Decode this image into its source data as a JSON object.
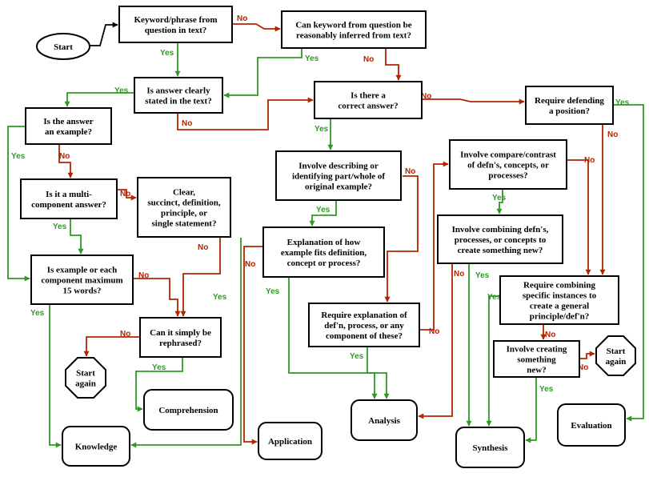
{
  "colors": {
    "yes": "#2e9a22",
    "no": "#b42300",
    "connector": "#000000",
    "node_border": "#000000",
    "background": "#ffffff"
  },
  "nodes": [
    {
      "id": "start",
      "shape": "ellipse",
      "lines": [
        "Start"
      ]
    },
    {
      "id": "keyword",
      "shape": "rect",
      "lines": [
        "Keyword/phrase from",
        "question in text?"
      ]
    },
    {
      "id": "inferred",
      "shape": "rect",
      "lines": [
        "Can keyword from question be",
        "reasonably inferred from text?"
      ]
    },
    {
      "id": "clearly",
      "shape": "rect",
      "lines": [
        "Is answer clearly",
        "stated in the text?"
      ]
    },
    {
      "id": "correct",
      "shape": "rect",
      "lines": [
        "Is there a",
        "correct answer?"
      ]
    },
    {
      "id": "defending",
      "shape": "rect",
      "lines": [
        "Require defending",
        "a position?"
      ]
    },
    {
      "id": "example",
      "shape": "rect",
      "lines": [
        "Is the answer",
        "an example?"
      ]
    },
    {
      "id": "describing",
      "shape": "rect",
      "lines": [
        "Involve describing or",
        "identifying part/whole of",
        "original example?"
      ]
    },
    {
      "id": "compare",
      "shape": "rect",
      "lines": [
        "Involve compare/contrast",
        "of defn's, concepts, or",
        "processes?"
      ]
    },
    {
      "id": "multi",
      "shape": "rect",
      "lines": [
        "Is it a multi-",
        "component answer?"
      ]
    },
    {
      "id": "succinct",
      "shape": "rect",
      "lines": [
        "Clear,",
        "succinct, definition,",
        "principle, or",
        "single statement?"
      ]
    },
    {
      "id": "explanation",
      "shape": "rect",
      "lines": [
        "Explanation of how",
        "example fits definition,",
        "concept or process?"
      ]
    },
    {
      "id": "combining_defn",
      "shape": "rect",
      "lines": [
        "Involve combining defn's,",
        "processes, or concepts to",
        "create something new?"
      ]
    },
    {
      "id": "max15",
      "shape": "rect",
      "lines": [
        "Is example or each",
        "component maximum",
        "15 words?"
      ]
    },
    {
      "id": "specific",
      "shape": "rect",
      "lines": [
        "Require combining",
        "specific instances to",
        "create a general",
        "principle/def'n?"
      ]
    },
    {
      "id": "require_expl",
      "shape": "rect",
      "lines": [
        "Require explanation of",
        "def'n, process, or any",
        "component of these?"
      ]
    },
    {
      "id": "rephrased",
      "shape": "rect",
      "lines": [
        "Can it simply be",
        "rephrased?"
      ]
    },
    {
      "id": "creating",
      "shape": "rect",
      "lines": [
        "Involve creating",
        "something",
        "new?"
      ]
    },
    {
      "id": "start_again_left",
      "shape": "octagon",
      "lines": [
        "Start",
        "again"
      ]
    },
    {
      "id": "start_again_right",
      "shape": "octagon",
      "lines": [
        "Start",
        "again"
      ]
    },
    {
      "id": "comprehension",
      "shape": "rounded",
      "lines": [
        "Comprehension"
      ]
    },
    {
      "id": "knowledge",
      "shape": "rounded",
      "lines": [
        "Knowledge"
      ]
    },
    {
      "id": "application",
      "shape": "rounded",
      "lines": [
        "Application"
      ]
    },
    {
      "id": "analysis",
      "shape": "rounded",
      "lines": [
        "Analysis"
      ]
    },
    {
      "id": "synthesis",
      "shape": "rounded",
      "lines": [
        "Synthesis"
      ]
    },
    {
      "id": "evaluation",
      "shape": "rounded",
      "lines": [
        "Evaluation"
      ]
    }
  ],
  "edges": [
    {
      "id": "start-keyword",
      "from": "start",
      "to": "keyword",
      "kind": "plain",
      "label": ""
    },
    {
      "id": "keyword-inferred",
      "from": "keyword",
      "to": "inferred",
      "kind": "no",
      "label": "No"
    },
    {
      "id": "keyword-clearly",
      "from": "keyword",
      "to": "clearly",
      "kind": "yes",
      "label": "Yes"
    },
    {
      "id": "inferred-clearly",
      "from": "inferred",
      "to": "clearly",
      "kind": "yes",
      "label": "Yes"
    },
    {
      "id": "inferred-correct",
      "from": "inferred",
      "to": "correct",
      "kind": "no",
      "label": "No"
    },
    {
      "id": "clearly-example",
      "from": "clearly",
      "to": "example",
      "kind": "yes",
      "label": "Yes"
    },
    {
      "id": "clearly-correct",
      "from": "clearly",
      "to": "correct",
      "kind": "no",
      "label": "No"
    },
    {
      "id": "correct-describing",
      "from": "correct",
      "to": "describing",
      "kind": "yes",
      "label": "Yes"
    },
    {
      "id": "correct-defending",
      "from": "correct",
      "to": "defending",
      "kind": "no",
      "label": "No"
    },
    {
      "id": "defending-evaluation",
      "from": "defending",
      "to": "evaluation",
      "kind": "yes",
      "label": "Yes"
    },
    {
      "id": "defending-specific",
      "from": "defending",
      "to": "specific",
      "kind": "no",
      "label": "No"
    },
    {
      "id": "example-multi",
      "from": "example",
      "to": "multi",
      "kind": "no",
      "label": "No"
    },
    {
      "id": "example-max15",
      "from": "example",
      "to": "max15",
      "kind": "yes",
      "label": "Yes"
    },
    {
      "id": "multi-max15",
      "from": "multi",
      "to": "max15",
      "kind": "yes",
      "label": "Yes"
    },
    {
      "id": "multi-succinct",
      "from": "multi",
      "to": "succinct",
      "kind": "no",
      "label": "No"
    },
    {
      "id": "succinct-rephrased",
      "from": "succinct",
      "to": "rephrased",
      "kind": "no",
      "label": "No"
    },
    {
      "id": "succinct-knowledge",
      "from": "succinct",
      "to": "knowledge",
      "kind": "yes",
      "label": "Yes"
    },
    {
      "id": "max15-rephrased",
      "from": "max15",
      "to": "rephrased",
      "kind": "no",
      "label": "No"
    },
    {
      "id": "max15-knowledge",
      "from": "max15",
      "to": "knowledge",
      "kind": "yes",
      "label": "Yes"
    },
    {
      "id": "rephrased-startagain",
      "from": "rephrased",
      "to": "start_again_left",
      "kind": "no",
      "label": "No"
    },
    {
      "id": "rephrased-comprehension",
      "from": "rephrased",
      "to": "comprehension",
      "kind": "yes",
      "label": "Yes"
    },
    {
      "id": "describing-explanation",
      "from": "describing",
      "to": "explanation",
      "kind": "yes",
      "label": "Yes"
    },
    {
      "id": "describing-require",
      "from": "describing",
      "to": "require_expl",
      "kind": "no",
      "label": "No"
    },
    {
      "id": "explanation-application",
      "from": "explanation",
      "to": "application",
      "kind": "no",
      "label": "No"
    },
    {
      "id": "explanation-analysis",
      "from": "explanation",
      "to": "analysis",
      "kind": "yes",
      "label": "Yes"
    },
    {
      "id": "require-analysis",
      "from": "require_expl",
      "to": "analysis",
      "kind": "yes",
      "label": "Yes"
    },
    {
      "id": "require-compare",
      "from": "require_expl",
      "to": "compare",
      "kind": "no",
      "label": "No"
    },
    {
      "id": "compare-combining",
      "from": "compare",
      "to": "combining_defn",
      "kind": "yes",
      "label": "Yes"
    },
    {
      "id": "compare-specific",
      "from": "compare",
      "to": "specific",
      "kind": "no",
      "label": "No"
    },
    {
      "id": "combining-analysis",
      "from": "combining_defn",
      "to": "analysis",
      "kind": "no",
      "label": "No"
    },
    {
      "id": "combining-synthesis",
      "from": "combining_defn",
      "to": "synthesis",
      "kind": "yes",
      "label": "Yes"
    },
    {
      "id": "specific-synthesis",
      "from": "specific",
      "to": "synthesis",
      "kind": "yes",
      "label": "Yes"
    },
    {
      "id": "specific-creating",
      "from": "specific",
      "to": "creating",
      "kind": "no",
      "label": "No"
    },
    {
      "id": "creating-startagain",
      "from": "creating",
      "to": "start_again_right",
      "kind": "no",
      "label": "No"
    },
    {
      "id": "creating-synthesis",
      "from": "creating",
      "to": "synthesis",
      "kind": "yes",
      "label": "Yes"
    }
  ]
}
